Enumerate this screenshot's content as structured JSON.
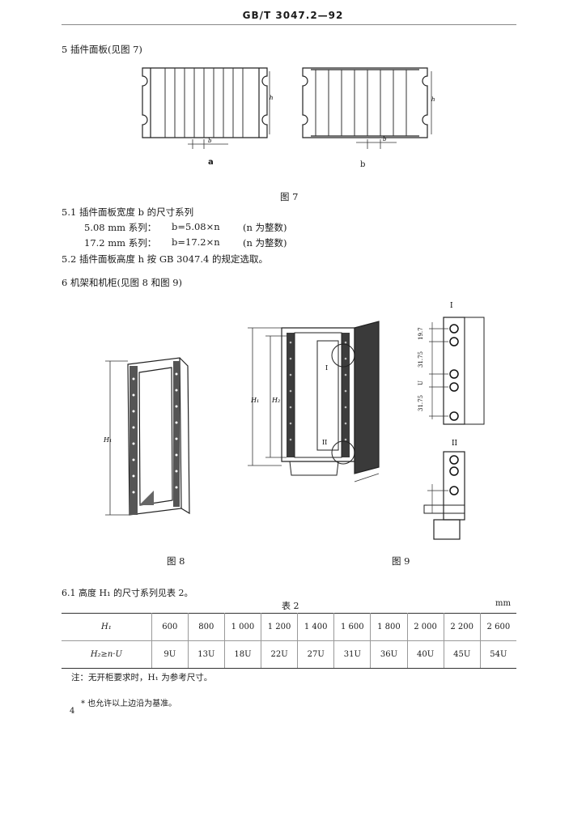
{
  "header": {
    "code": "GB/T 3047.2—92"
  },
  "sec5": {
    "title": "5  插件面板(见图 7)"
  },
  "fig7": {
    "label_a": "a",
    "label_b": "b",
    "caption": "图 7",
    "b_mark": "b",
    "h_mark": "h"
  },
  "sec51": {
    "title": "5.1  插件面板宽度 b 的尺寸系列",
    "row1_series": "5.08 mm 系列：",
    "row1_formula": "b=5.08×n",
    "row1_note": "(n 为整数)",
    "row2_series": "17.2 mm 系列：",
    "row2_formula": "b=17.2×n",
    "row2_note": "(n 为整数)"
  },
  "sec52": {
    "text": "5.2  插件面板高度 h 按 GB 3047.4 的规定选取。"
  },
  "sec6": {
    "title": "6  机架和机柜(见图 8 和图 9)"
  },
  "fig8": {
    "caption": "图 8",
    "h1": "H₁"
  },
  "fig9": {
    "caption": "图 9",
    "h1": "H₁",
    "h2": "H₂",
    "mark_I": "I",
    "mark_II": "II",
    "detail_I_label": "I",
    "detail_II_label": "II",
    "dim1": "19.7",
    "dim2": "31.75",
    "dim3": "31.75",
    "dim4": "U"
  },
  "sec61": {
    "text": "6.1  高度 H₁ 的尺寸系列见表 2。"
  },
  "table2": {
    "title": "表 2",
    "unit": "mm",
    "row1_header": "H₁",
    "row1": [
      "600",
      "800",
      "1 000",
      "1 200",
      "1 400",
      "1 600",
      "1 800",
      "2 000",
      "2 200",
      "2 600"
    ],
    "row2_header": "H₂≥n·U",
    "row2": [
      "9U",
      "13U",
      "18U",
      "22U",
      "27U",
      "31U",
      "36U",
      "40U",
      "45U",
      "54U"
    ]
  },
  "note": "注：无开柜要求时，H₁ 为参考尺寸。",
  "footnote": "* 也允许以上边沿为基准。",
  "page_number": "4"
}
